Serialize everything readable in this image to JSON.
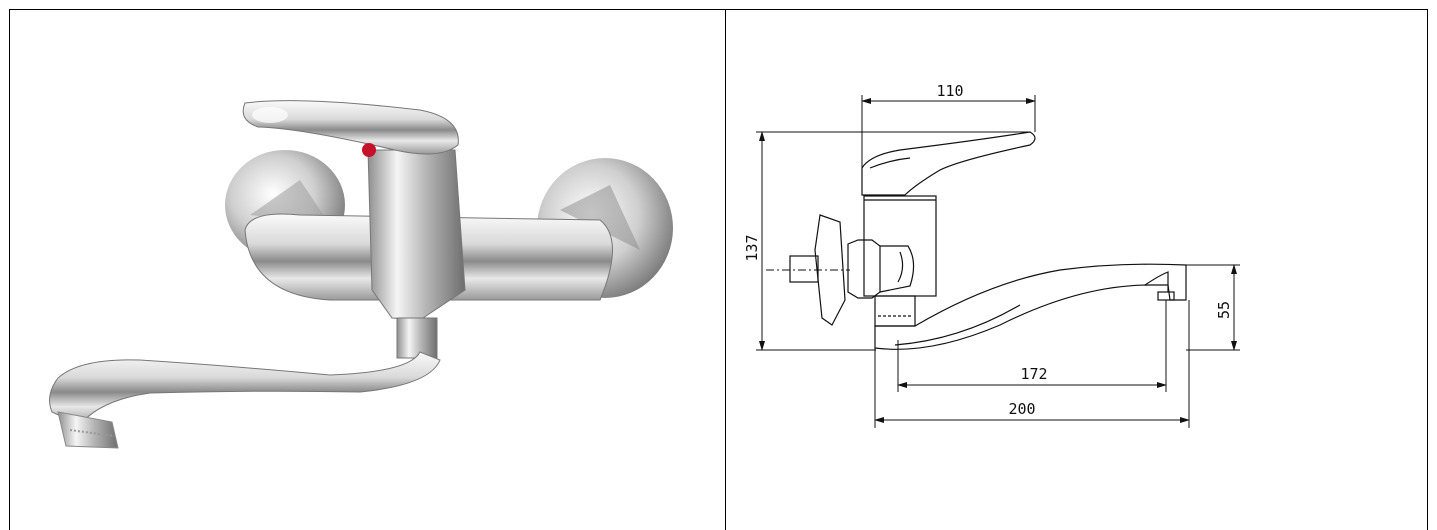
{
  "dimensions": {
    "top_width": "110",
    "total_height": "137",
    "outlet_height": "55",
    "spout_reach": "172",
    "total_length": "200"
  },
  "colors": {
    "chrome_light": "#f4f4f4",
    "chrome_mid": "#c8c8c8",
    "chrome_dark": "#5a5a5a",
    "hot_indicator": "#c4122a",
    "line": "#111111"
  }
}
